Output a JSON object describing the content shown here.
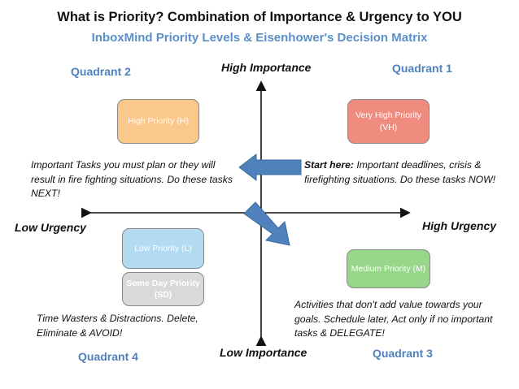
{
  "title": "What is Priority? Combination of Importance & Urgency to YOU",
  "subtitle": "InboxMind Priority Levels & Eisenhower's Decision Matrix",
  "axes": {
    "top": "High Importance",
    "bottom": "Low Importance",
    "left": "Low Urgency",
    "right": "High Urgency"
  },
  "quadrants": {
    "q1": "Quadrant 1",
    "q2": "Quadrant 2",
    "q3": "Quadrant 3",
    "q4": "Quadrant 4"
  },
  "boxes": {
    "very_high": "Very High Priority (VH)",
    "high": "High Priority (H)",
    "medium": "Medium Priority (M)",
    "low": "Low Priority (L)",
    "someday": "Some Day Priority (SD)"
  },
  "descriptions": {
    "q1_lead": "Start here:",
    "q1_body": " Important deadlines, crisis & firefighting situations. Do these tasks NOW!",
    "q2": "Important Tasks you must plan or they will result in fire fighting situations. Do these tasks NEXT!",
    "q3": "Activities that don't add value towards your goals. Schedule later, Act only if no important tasks & DELEGATE!",
    "q4": "Time Wasters & Distractions. Delete, Eliminate & AVOID!"
  },
  "colors": {
    "very_high": "#f08b7f",
    "high": "#fac88a",
    "medium": "#98d68a",
    "low": "#b2daf0",
    "someday": "#d9d9d9",
    "arrow": "#4f81bd",
    "quadrant_label": "#4f81bd"
  }
}
